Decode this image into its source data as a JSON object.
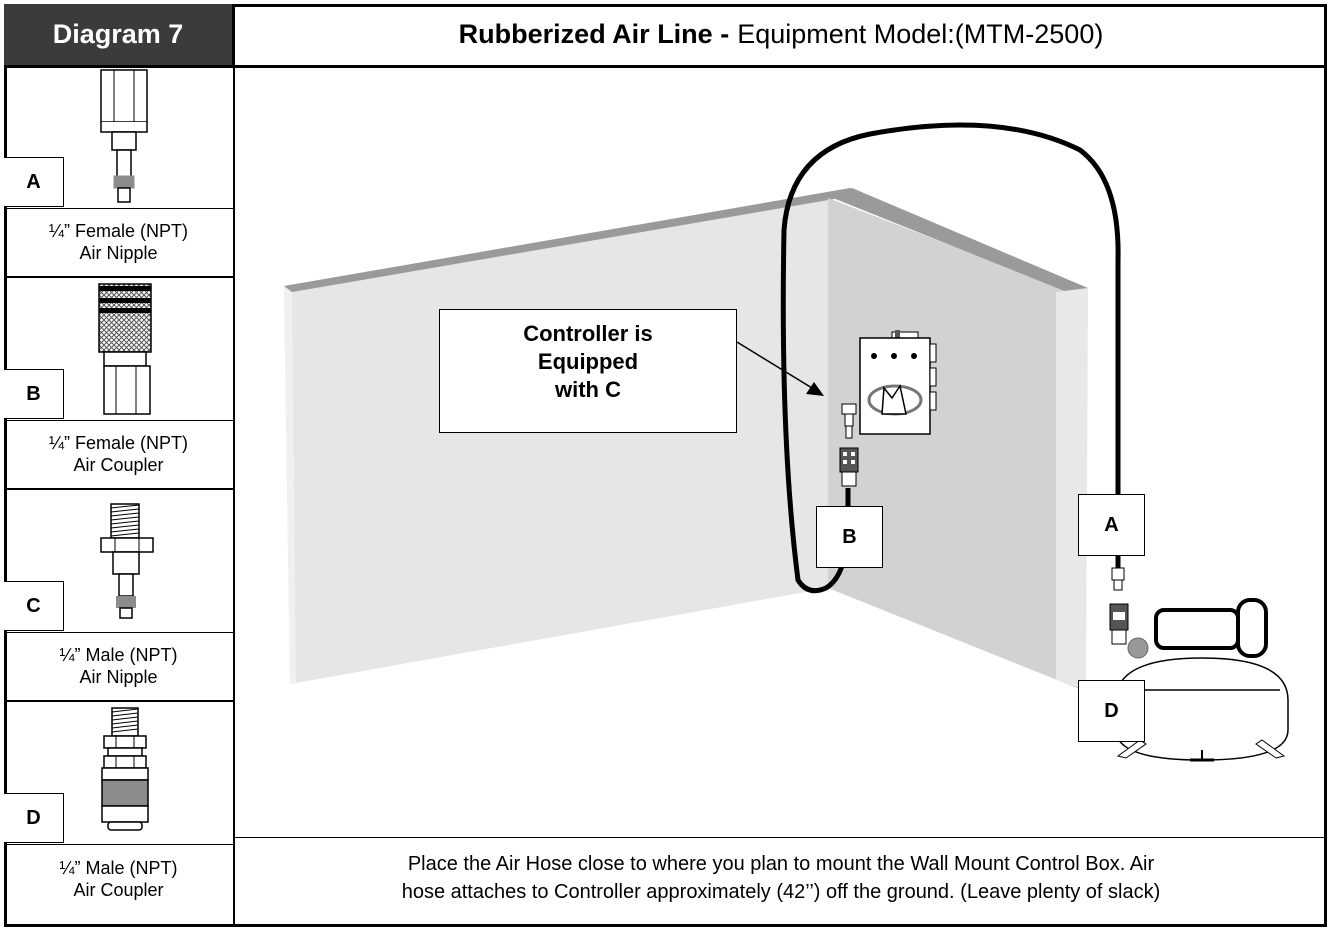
{
  "header": {
    "diagram_label": "Diagram 7",
    "title_bold": "Rubberized Air Line -",
    "title_rest": "Equipment Model:(MTM-2500)"
  },
  "parts": [
    {
      "letter": "A",
      "line1": "¼” Female (NPT)",
      "line2": "Air Nipple",
      "icon": "female-air-nipple-icon"
    },
    {
      "letter": "B",
      "line1": "¼” Female (NPT)",
      "line2": "Air Coupler",
      "icon": "female-air-coupler-icon"
    },
    {
      "letter": "C",
      "line1": "¼” Male (NPT)",
      "line2": "Air Nipple",
      "icon": "male-air-nipple-icon"
    },
    {
      "letter": "D",
      "line1": "¼” Male (NPT)",
      "line2": "Air Coupler",
      "icon": "male-air-coupler-icon"
    }
  ],
  "callout": {
    "line1": "Controller is",
    "line2": "Equipped",
    "line3": "with C"
  },
  "scene_labels": {
    "b": "B",
    "a": "A",
    "d": "D"
  },
  "footer": {
    "line1": "Place the Air Hose close to where you plan to mount the Wall Mount Control Box. Air",
    "line2": "hose attaches to Controller approximately (42’’) off the ground. (Leave plenty of slack)"
  },
  "colors": {
    "header_bg": "#3b3b3b",
    "wall_left": "#e6e6e6",
    "wall_right": "#d2d2d2",
    "wall_top": "#9a9a9a"
  }
}
